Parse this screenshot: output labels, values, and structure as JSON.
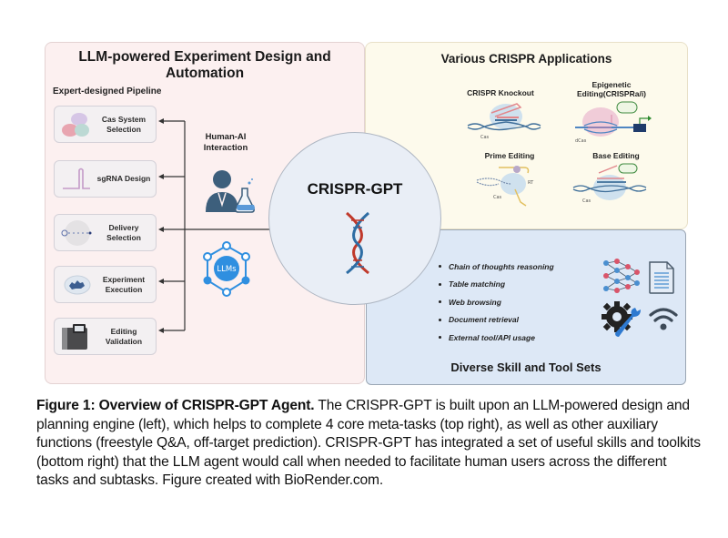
{
  "figure": {
    "left_panel": {
      "title": "LLM-powered Experiment Design and Automation",
      "subtitle": "Expert-designed Pipeline",
      "steps": [
        {
          "label": "Cas System Selection",
          "icon": "cas-protein-icon"
        },
        {
          "label": "sgRNA Design",
          "icon": "sgrna-icon"
        },
        {
          "label": "Delivery Selection",
          "icon": "delivery-icon"
        },
        {
          "label": "Experiment Execution",
          "icon": "petri-dish-icon"
        },
        {
          "label": "Editing Validation",
          "icon": "sequencer-icon"
        }
      ],
      "human_ai_label": "Human-AI Interaction",
      "llm_icon_label": "LLMs"
    },
    "center": {
      "title": "CRISPR-GPT",
      "icon": "dna-helix-icon"
    },
    "top_right_panel": {
      "title": "Various CRISPR Applications",
      "applications": [
        {
          "label": "CRISPR Knockout",
          "sublabel": "Cas"
        },
        {
          "label": "Epigenetic Editing(CRISPRa/i)",
          "sublabel": "dCas"
        },
        {
          "label": "Prime Editing",
          "sublabel": "Cas",
          "extra": "RT"
        },
        {
          "label": "Base Editing",
          "sublabel": "Cas"
        }
      ]
    },
    "bottom_right_panel": {
      "title": "Diverse Skill and Tool Sets",
      "skills": [
        "Chain of thoughts reasoning",
        "Table matching",
        "Web browsing",
        "Document retrieval",
        "External tool/API usage"
      ],
      "icons": [
        "neural-network-icon",
        "document-icon",
        "gear-wrench-icon",
        "wifi-icon"
      ]
    },
    "colors": {
      "left_panel_bg": "#fcf0f0",
      "top_right_bg": "#fdfaec",
      "bottom_right_bg": "#dde8f6",
      "dna_red": "#c0392b",
      "dna_blue": "#2e6da4",
      "llm_blue": "#2f8fe0",
      "human_icon": "#3d5f7c"
    }
  },
  "caption": {
    "bold": "Figure 1: Overview of CRISPR-GPT Agent.",
    "text": " The CRISPR-GPT is built upon an LLM-powered design and planning engine (left), which helps to complete 4 core meta-tasks (top right), as well as other auxiliary functions (freestyle Q&A, off-target prediction). CRISPR-GPT has integrated a set of useful skills and toolkits (bottom right) that the LLM agent would call when needed to facilitate human users across the different tasks and subtasks. Figure created with BioRender.com."
  }
}
